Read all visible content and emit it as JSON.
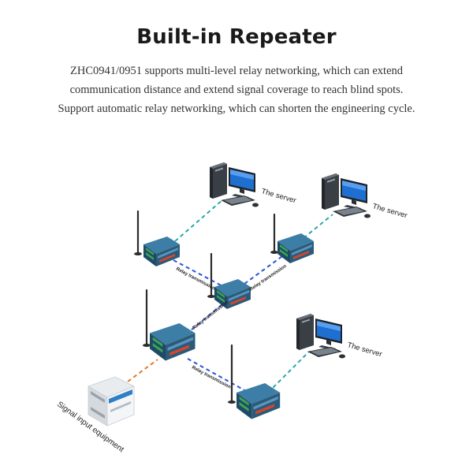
{
  "header": {
    "title": "Built-in Repeater",
    "description": "ZHC0941/0951 supports multi-level relay networking, which can extend communication distance and extend signal coverage to reach blind spots. Support automatic relay networking, which can shorten the engineering cycle."
  },
  "diagram": {
    "server_label": "The server",
    "relay_label": "Relay transmission",
    "input_label": "Signal input equipment"
  },
  "colors": {
    "teal_link": "#27a8a6",
    "blue_link": "#2b53d6",
    "orange_link": "#e07a2c",
    "device_body": "#2a5b7a"
  }
}
